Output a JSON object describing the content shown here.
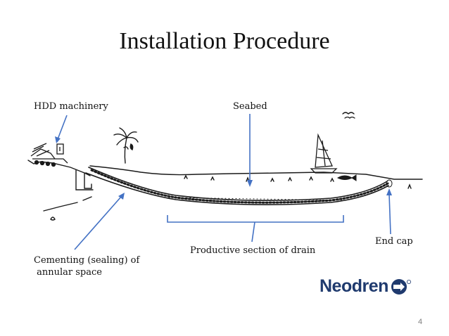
{
  "slide": {
    "title": "Installation Procedure",
    "page_number": "4"
  },
  "labels": {
    "hdd_machinery": "HDD machinery",
    "seabed": "Seabed",
    "end_cap": "End cap",
    "productive_section": "Productive section of drain",
    "cementing_line1": "Cementing (sealing) of",
    "cementing_line2": " annular space"
  },
  "logo": {
    "text": "Neodren",
    "color": "#1f3a6e"
  },
  "colors": {
    "annotation": "#4472c4",
    "sketch": "#1a1a1a"
  }
}
